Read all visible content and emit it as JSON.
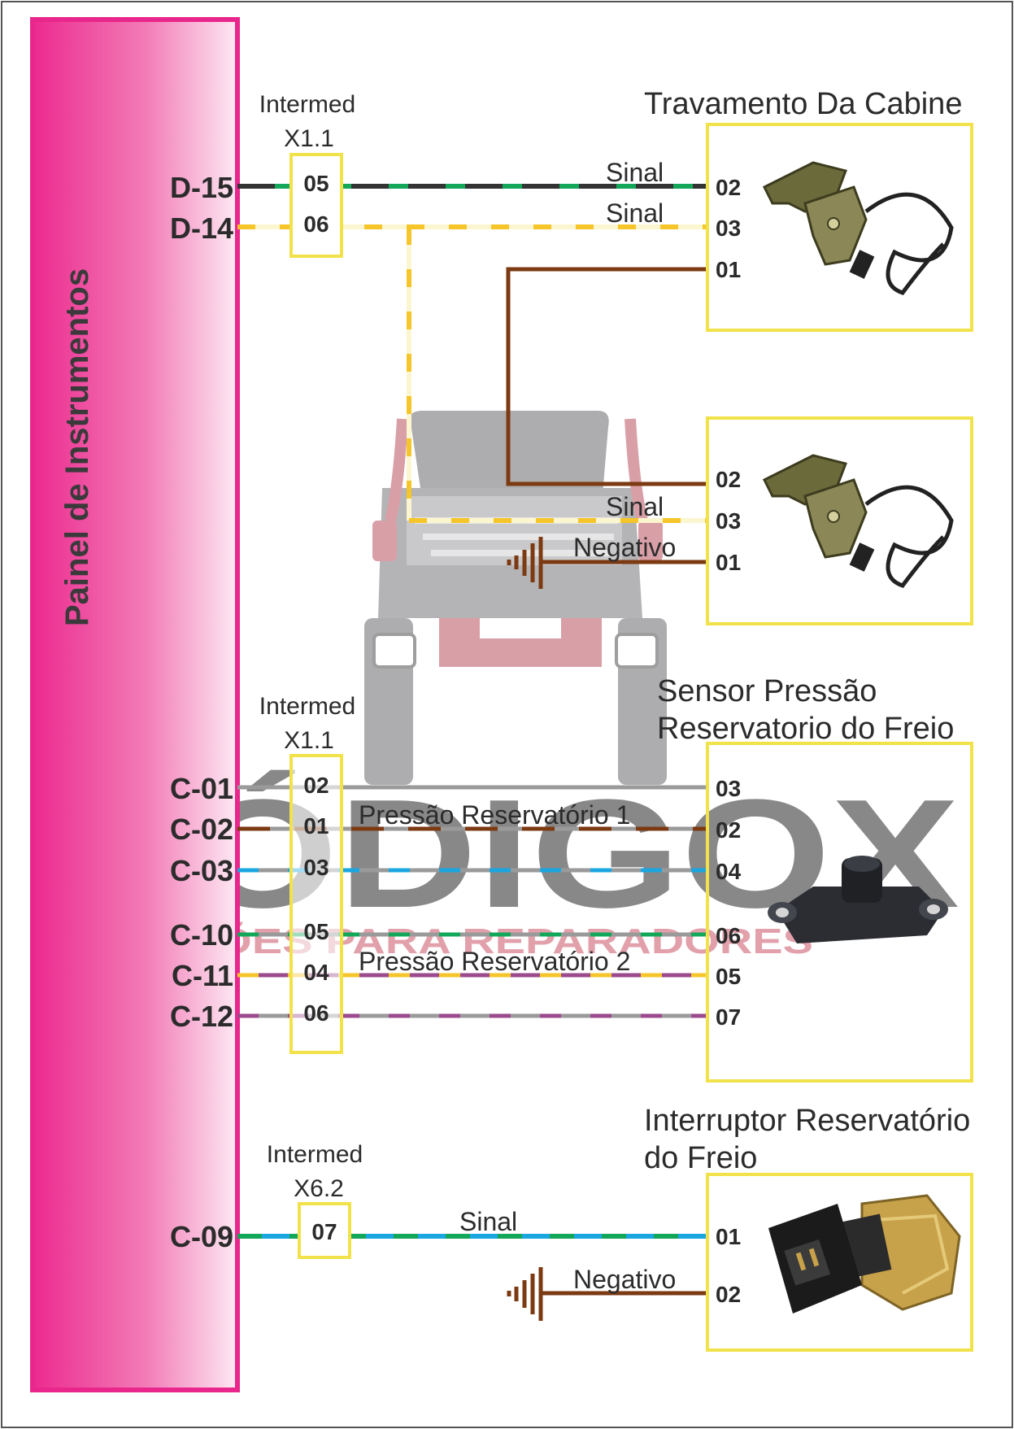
{
  "panel": {
    "title": "Painel de Instrumentos"
  },
  "groups": [
    {
      "id": "cabin-lock",
      "intermed": {
        "label": "Intermed",
        "code": "X1.1",
        "pins": [
          "05",
          "06"
        ]
      },
      "panel_pins": [
        "D-15",
        "D-14"
      ],
      "component_title": "Travamento Da Cabine",
      "components": [
        {
          "name": "cab-lock-1",
          "pins": [
            "02",
            "03",
            "01"
          ]
        },
        {
          "name": "cab-lock-2",
          "pins": [
            "02",
            "03",
            "01"
          ]
        }
      ],
      "wire_labels": {
        "sinal_1": "Sinal",
        "sinal_2": "Sinal",
        "sinal_3": "Sinal",
        "negativo": "Negativo"
      }
    },
    {
      "id": "pressure-sensor",
      "intermed": {
        "label": "Intermed",
        "code": "X1.1",
        "pins": [
          "02",
          "01",
          "03",
          "05",
          "04",
          "06"
        ]
      },
      "panel_pins": [
        "C-01",
        "C-02",
        "C-03",
        "C-10",
        "C-11",
        "C-12"
      ],
      "component_title": [
        "Sensor Pressão",
        "Reservatorio do Freio"
      ],
      "component_pins": [
        "03",
        "02",
        "04",
        "06",
        "05",
        "07"
      ],
      "wire_labels": {
        "res1": "Pressão Reservatório 1",
        "res2": "Pressão Reservatório 2"
      }
    },
    {
      "id": "reservoir-switch",
      "intermed": {
        "label": "Intermed",
        "code": "X6.2",
        "pins": [
          "07"
        ]
      },
      "panel_pins": [
        "C-09"
      ],
      "component_title": [
        "Interruptor Reservatório",
        "do Freio"
      ],
      "component_pins": [
        "01",
        "02"
      ],
      "wire_labels": {
        "sinal": "Sinal",
        "negativo": "Negativo"
      }
    }
  ],
  "watermark": {
    "brand": "CÓDIGOX",
    "tagline": "SOLUÇÕES PARA REPARADORES"
  },
  "colors": {
    "panel_pink": "#e8268c",
    "frame_yellow": "#f2e24a",
    "wire_green": "#13a75a",
    "wire_black": "#333333",
    "wire_yellow": "#f5c52a",
    "wire_cream": "#fbf6cf",
    "wire_brown": "#7b3a12",
    "wire_blue": "#1aa6e0",
    "wire_gray": "#9a9a9a",
    "wire_purple": "#9c4a8e"
  }
}
